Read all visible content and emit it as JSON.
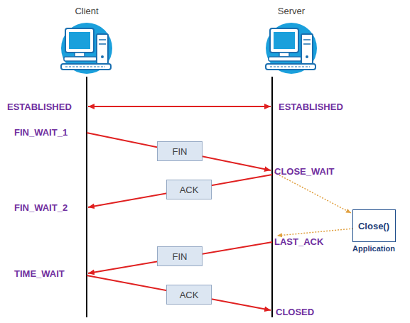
{
  "diagram": {
    "nodes": [
      {
        "text": [
          "FIN"
        ]
      },
      {
        "text": [
          "ACK"
        ]
      },
      {
        "text": [
          "Close()",
          "Application"
        ]
      },
      {
        "text": [
          "FIN"
        ]
      },
      {
        "text": [
          "ACK"
        ]
      }
    ],
    "labels": [
      "Client",
      "Server",
      "ESTABLISHED",
      "ESTABLISHED",
      "FIN_WAIT_1",
      "CLOSE_WAIT",
      "FIN_WAIT_2",
      "LAST_ACK",
      "TIME_WAIT",
      "CLOSED"
    ]
  }
}
